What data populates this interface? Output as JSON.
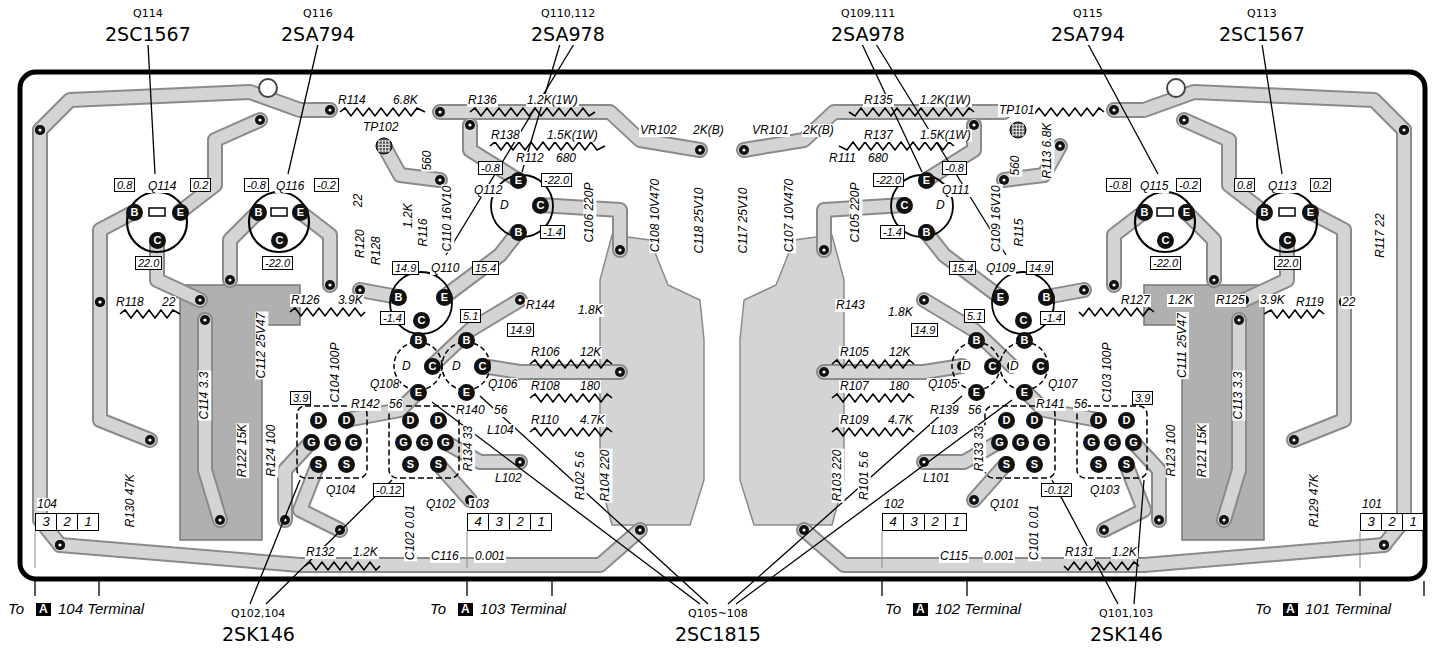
{
  "diagram": {
    "nodes": [
      {
        "text": [
          "104",
          "3",
          "2",
          "1"
        ]
      },
      {
        "text": [
          "103",
          "4",
          "3",
          "2",
          "1"
        ]
      },
      {
        "text": [
          "102",
          "4",
          "3",
          "2",
          "1"
        ]
      },
      {
        "text": [
          "101",
          "3",
          "2",
          "1"
        ]
      }
    ],
    "labels": [
      "Q114",
      "2SC1567",
      "Q116",
      "2SA794",
      "Q110,112",
      "2SA978",
      "Q109,111",
      "2SA978",
      "Q115",
      "2SA794",
      "Q113",
      "2SC1567",
      "To",
      "A",
      "104 Terminal",
      "Q102,104",
      "2SK146",
      "To",
      "A",
      "103 Terminal",
      "Q105~108",
      "2SC1815",
      "To",
      "A",
      "102 Terminal",
      "Q101,103",
      "2SK146",
      "To",
      "A",
      "101 Terminal",
      "0.8",
      "Q114",
      "0.2",
      "B",
      "E",
      "C",
      "22.0",
      "-0.8",
      "Q116",
      "-0.2",
      "B",
      "E",
      "C",
      "-22.0",
      "R114",
      "6.8K",
      "TP102",
      "R136",
      "1.2K(1W)",
      "R138",
      "1.5K(1W)",
      "VR102",
      "2K(B)",
      "22",
      "R120",
      "1.2K",
      "R128",
      "560",
      "R116",
      "C110 16V10",
      "-0.8",
      "Q112",
      "E",
      "D",
      "C",
      "B",
      "-22.0",
      "-1.4",
      "C106 220P",
      "C108 10V470",
      "C118 25V10",
      "R112",
      "680",
      "14.9",
      "Q110",
      "15.4",
      "B",
      "E",
      "C",
      "-1.4",
      "5.1",
      "R144",
      "1.8K",
      "14.9",
      "B",
      "D",
      "C",
      "E",
      "B",
      "D",
      "C",
      "E",
      "Q108",
      "Q106",
      "R106",
      "12K",
      "R108",
      "180",
      "R110",
      "4.7K",
      "R142",
      "56",
      "R140",
      "56",
      "C104 100P",
      "3.9",
      "C112 25V47",
      "C114 3.3",
      "R118",
      "22",
      "R126",
      "3.9K",
      "D",
      "D",
      "G",
      "G",
      "G",
      "S",
      "S",
      "D",
      "D",
      "G",
      "G",
      "G",
      "S",
      "S",
      "Q104",
      "-0.12",
      "Q102",
      "C102 0.01",
      "R134 33",
      "L104",
      "L102",
      "R102 5.6",
      "R104 220",
      "R122 15K",
      "R124 100",
      "R130 47K",
      "R132",
      "1.2K",
      "C116",
      "0.001",
      "-0.8",
      "Q115",
      "-0.2",
      "B",
      "E",
      "C",
      "-22.0",
      "0.8",
      "Q113",
      "0.2",
      "B",
      "E",
      "C",
      "22.0",
      "R135",
      "1.2K(1W)",
      "R137",
      "1.5K(1W)",
      "VR101",
      "2K(B)",
      "TP101",
      "R113 6.8K",
      "R117 22",
      "R111",
      "680",
      "C117 25V10",
      "C107 10V470",
      "C105 220P",
      "-22.0",
      "-1.4",
      "E",
      "C",
      "D",
      "B",
      "-0.8",
      "Q111",
      "C109 16V10",
      "R115",
      "560",
      "15.4",
      "Q109",
      "14.9",
      "E",
      "B",
      "C",
      "5.1",
      "-1.4",
      "R143",
      "1.8K",
      "14.9",
      "B",
      "D",
      "C",
      "E",
      "B",
      "D",
      "C",
      "E",
      "Q105",
      "Q107",
      "R105",
      "12K",
      "R107",
      "180",
      "R109",
      "4.7K",
      "R139",
      "56",
      "R141",
      "56",
      "3.9",
      "C103 100P",
      "C111 25V47",
      "R127",
      "1.2K",
      "C113 3.3",
      "R125",
      "3.9K",
      "R119",
      "22",
      "D",
      "D",
      "G",
      "G",
      "G",
      "S",
      "S",
      "D",
      "D",
      "G",
      "G",
      "G",
      "S",
      "S",
      "R103 220",
      "R101 5.6",
      "L103",
      "L101",
      "R133 33",
      "C101 0.01",
      "Q101",
      "-0.12",
      "Q103",
      "R123 100",
      "R121 15K",
      "R129 47K",
      "C115",
      "0.001",
      "R131",
      "1.2K"
    ]
  }
}
